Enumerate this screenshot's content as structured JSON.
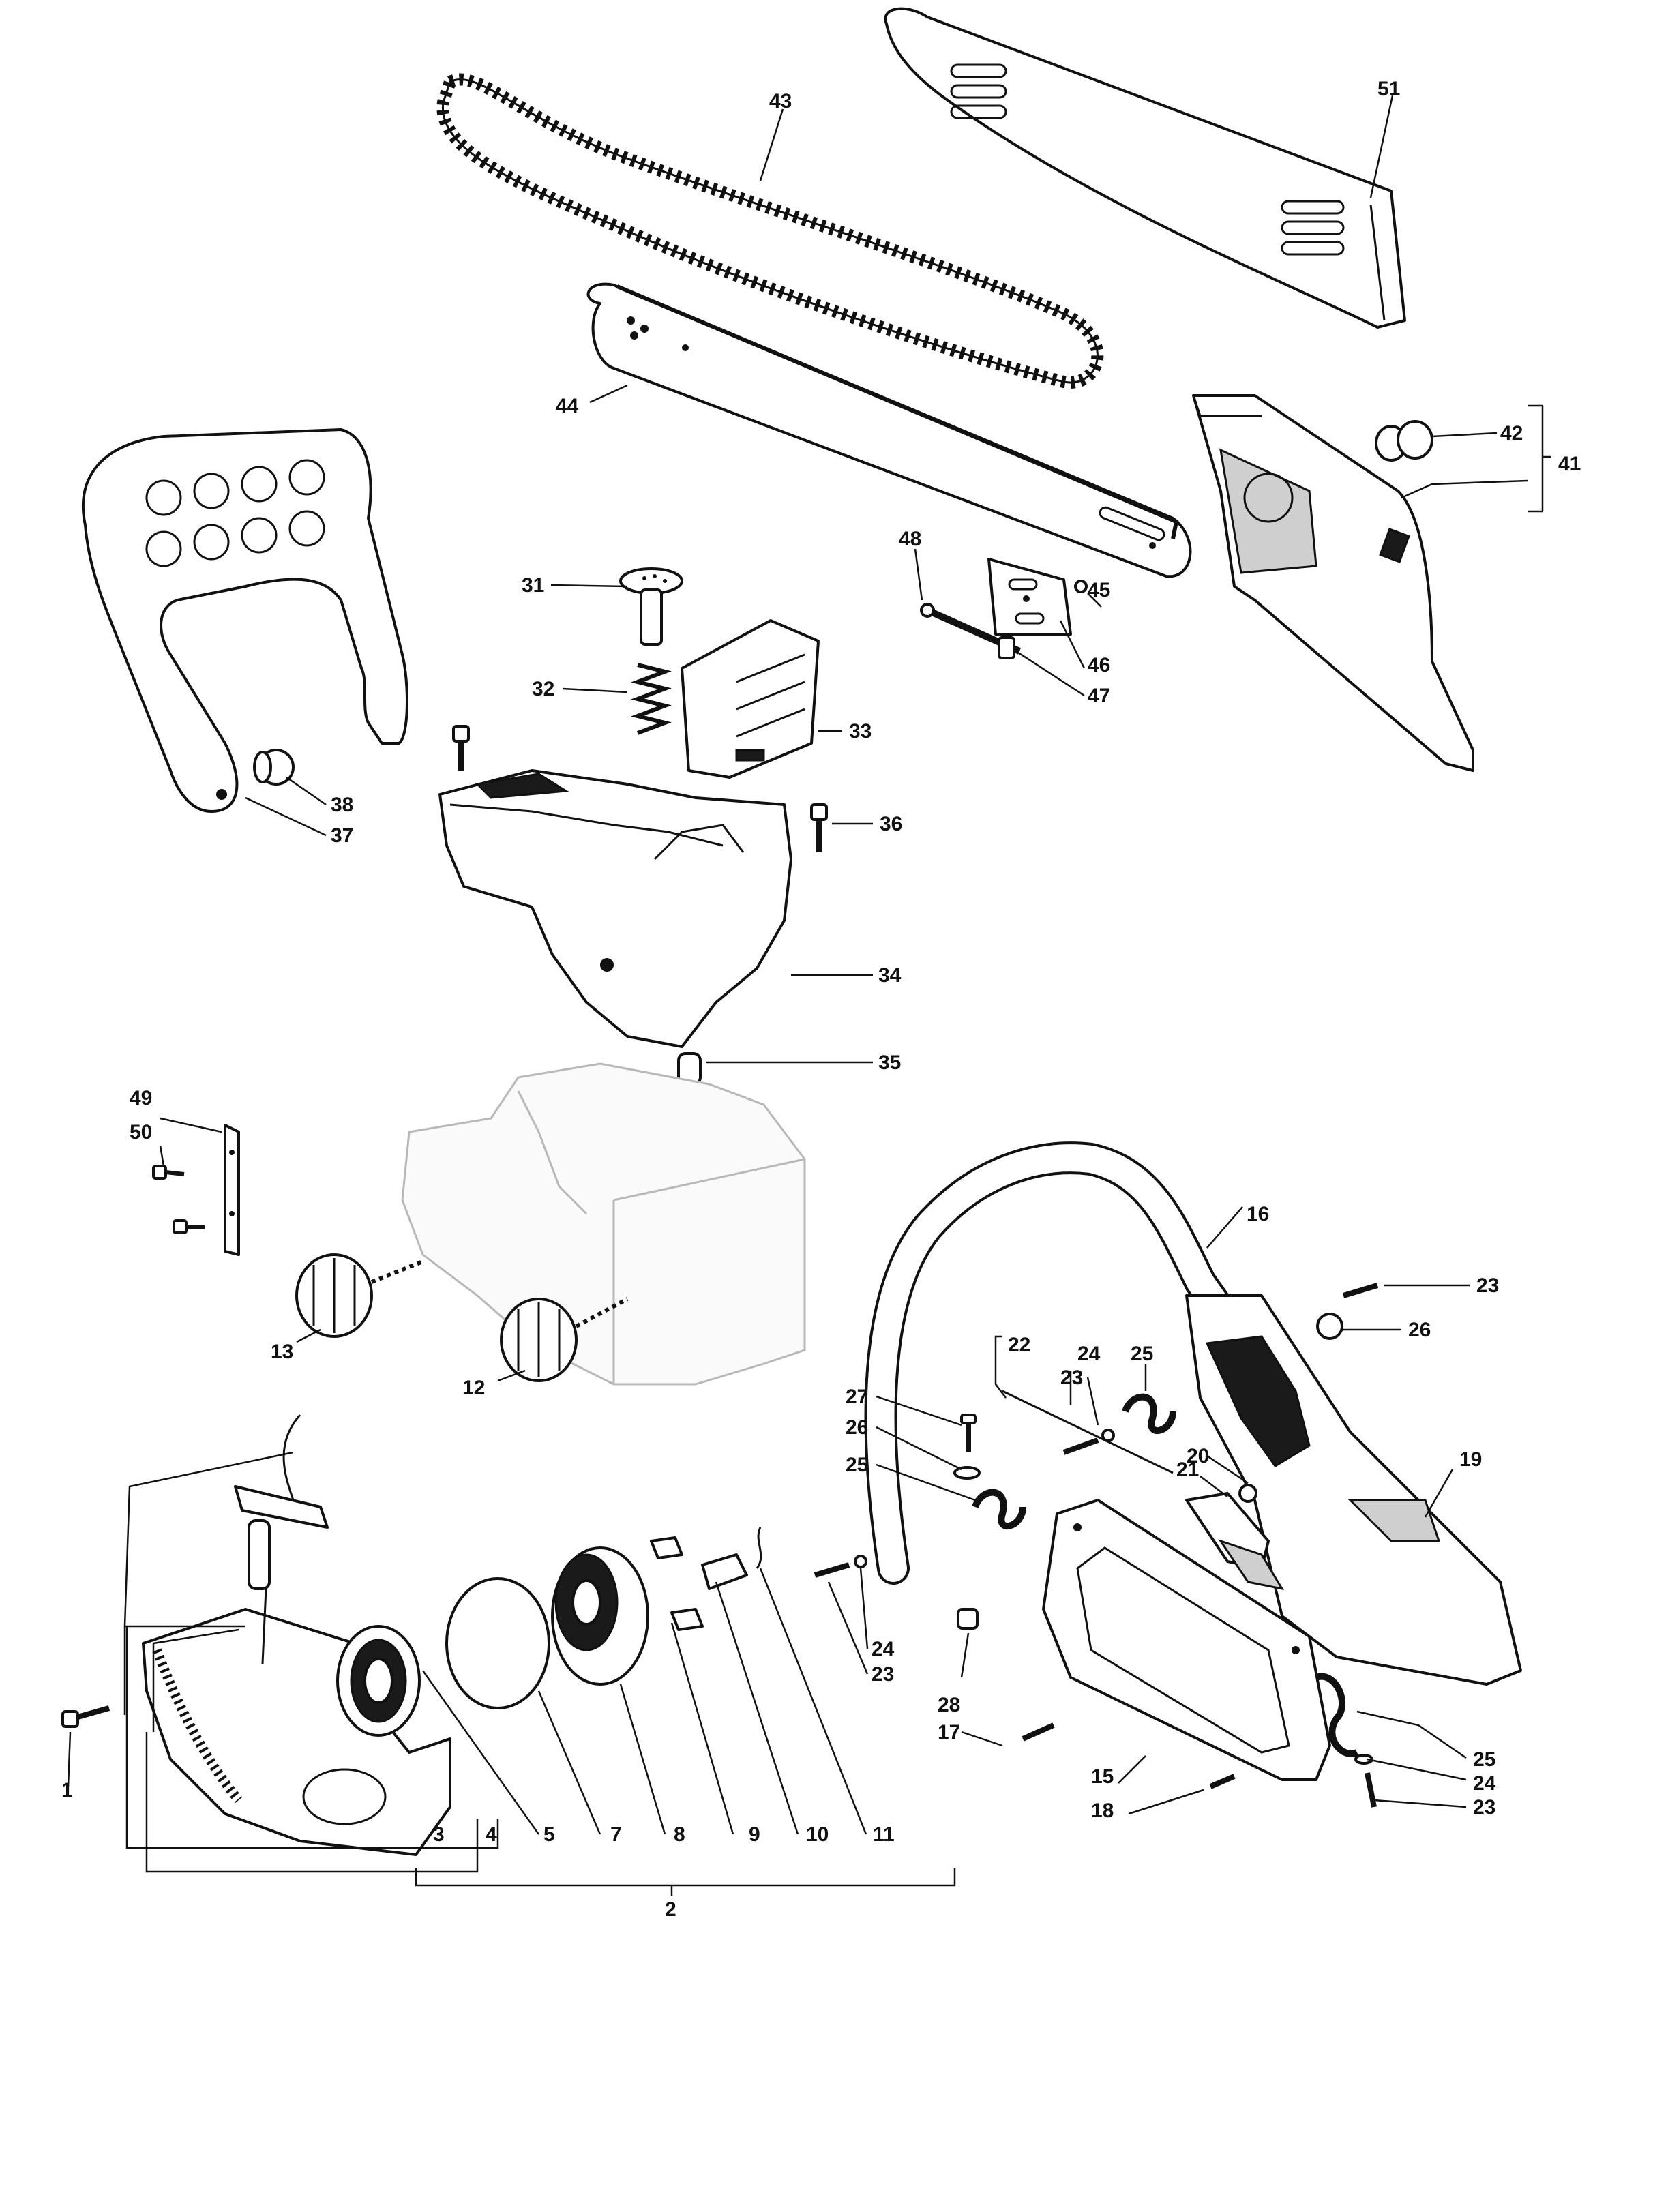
{
  "callouts": [
    {
      "id": "c43",
      "label": "43"
    },
    {
      "id": "c51",
      "label": "51"
    },
    {
      "id": "c44",
      "label": "44"
    },
    {
      "id": "c42",
      "label": "42"
    },
    {
      "id": "c41",
      "label": "41"
    },
    {
      "id": "c48",
      "label": "48"
    },
    {
      "id": "c45",
      "label": "45"
    },
    {
      "id": "c46",
      "label": "46"
    },
    {
      "id": "c47",
      "label": "47"
    },
    {
      "id": "c31",
      "label": "31"
    },
    {
      "id": "c32",
      "label": "32"
    },
    {
      "id": "c33",
      "label": "33"
    },
    {
      "id": "c36",
      "label": "36"
    },
    {
      "id": "c38",
      "label": "38"
    },
    {
      "id": "c37",
      "label": "37"
    },
    {
      "id": "c34",
      "label": "34"
    },
    {
      "id": "c35",
      "label": "35"
    },
    {
      "id": "c49",
      "label": "49"
    },
    {
      "id": "c50",
      "label": "50"
    },
    {
      "id": "c13",
      "label": "13"
    },
    {
      "id": "c12",
      "label": "12"
    },
    {
      "id": "c16",
      "label": "16"
    },
    {
      "id": "c23a",
      "label": "23"
    },
    {
      "id": "c26a",
      "label": "26"
    },
    {
      "id": "c22",
      "label": "22"
    },
    {
      "id": "c24a",
      "label": "24"
    },
    {
      "id": "c25a",
      "label": "25"
    },
    {
      "id": "c23b",
      "label": "23"
    },
    {
      "id": "c27",
      "label": "27"
    },
    {
      "id": "c26b",
      "label": "26"
    },
    {
      "id": "c25b",
      "label": "25"
    },
    {
      "id": "c21",
      "label": "21"
    },
    {
      "id": "c20",
      "label": "20"
    },
    {
      "id": "c19",
      "label": "19"
    },
    {
      "id": "c24b",
      "label": "24"
    },
    {
      "id": "c23c",
      "label": "23"
    },
    {
      "id": "c28",
      "label": "28"
    },
    {
      "id": "c17",
      "label": "17"
    },
    {
      "id": "c15",
      "label": "15"
    },
    {
      "id": "c18",
      "label": "18"
    },
    {
      "id": "c25c",
      "label": "25"
    },
    {
      "id": "c24c",
      "label": "24"
    },
    {
      "id": "c23d",
      "label": "23"
    },
    {
      "id": "c1",
      "label": "1"
    },
    {
      "id": "c3",
      "label": "3"
    },
    {
      "id": "c4",
      "label": "4"
    },
    {
      "id": "c5",
      "label": "5"
    },
    {
      "id": "c7",
      "label": "7"
    },
    {
      "id": "c8",
      "label": "8"
    },
    {
      "id": "c9",
      "label": "9"
    },
    {
      "id": "c10",
      "label": "10"
    },
    {
      "id": "c11",
      "label": "11"
    },
    {
      "id": "c2",
      "label": "2"
    }
  ]
}
